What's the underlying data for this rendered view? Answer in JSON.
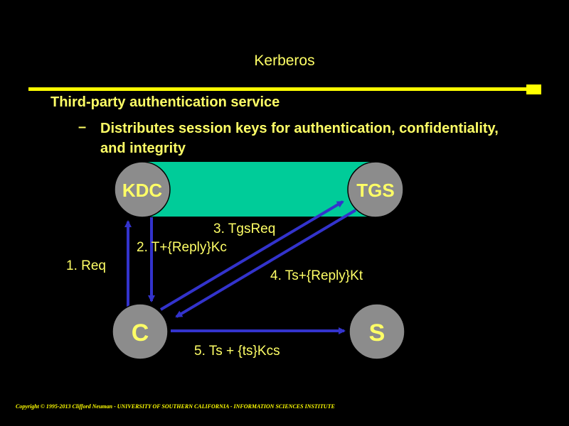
{
  "title": "Kerberos",
  "bullets": {
    "level1": "Third-party authentication service",
    "dash": "–",
    "level2": "Distributes session keys for authentication, confidentiality, and integrity"
  },
  "diagram": {
    "nodes": {
      "kdc": "KDC",
      "tgs": "TGS",
      "client": "C",
      "server": "S"
    },
    "messages": {
      "m1": "1. Req",
      "m2": "2. T+{Reply}Kc",
      "m3": "3. TgsReq",
      "m4": "4. Ts+{Reply}Kt",
      "m5": "5. Ts + {ts}Kcs"
    },
    "colors": {
      "node_fill": "#8c8c8c",
      "link_band": "#00cc99",
      "arrow": "#3333cc",
      "text": "#ffff66"
    }
  },
  "footer": "Copyright © 1995-2013 Clifford Neuman - UNIVERSITY OF SOUTHERN CALIFORNIA - INFORMATION SCIENCES INSTITUTE"
}
